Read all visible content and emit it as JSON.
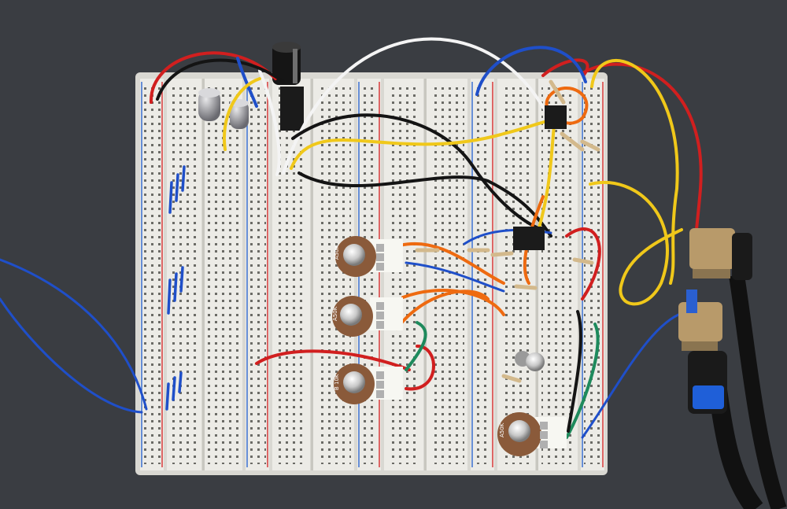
{
  "photo": {
    "subject": "",
    "pot_labels": [
      "A50K",
      "A50K",
      "B 10K",
      "A50K"
    ],
    "colors": {
      "table": "#3a3d42",
      "board": "#e9e8e3",
      "rail_red": "#d83a3a",
      "rail_blue": "#3a6fd0",
      "wire_red": "#d11f1f",
      "wire_blue": "#1f4fc9",
      "wire_yellow": "#f0c81a",
      "wire_orange": "#ee6a10",
      "wire_white": "#f4f4f4",
      "wire_black": "#141414",
      "wire_green": "#1e8a5c",
      "pot_body": "#8a5a3a",
      "jack_metal": "#b89a6a",
      "cable": "#111111"
    }
  }
}
